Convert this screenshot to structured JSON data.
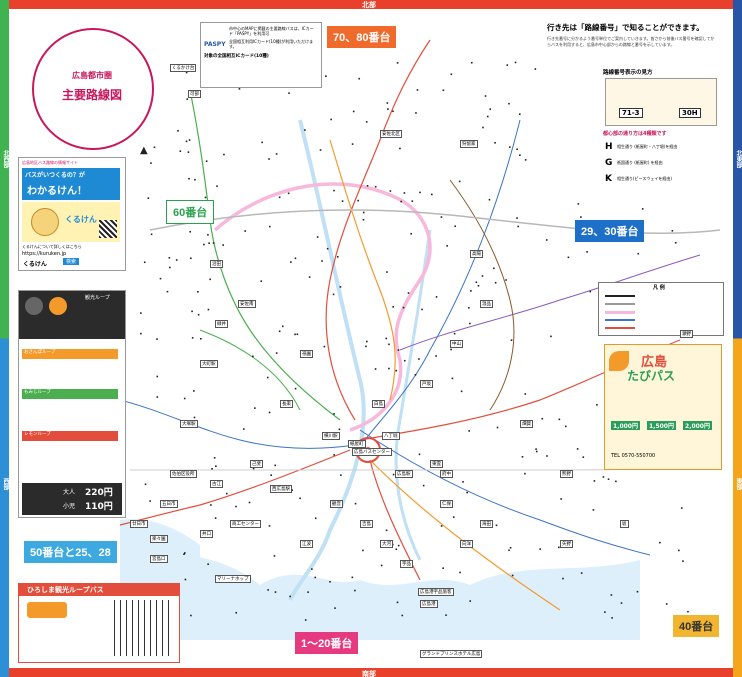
{
  "edges": {
    "top": {
      "label": "北部",
      "color": "#E8402A"
    },
    "bottom": {
      "label": "南部",
      "color": "#E8402A"
    },
    "left": {
      "label": "西部",
      "color": "#2D8FD5"
    },
    "right": {
      "label": "東部",
      "color": "#F4A51C"
    },
    "corner_left_top": {
      "label": "北西部",
      "color": "#3FB34F"
    },
    "corner_right_top": {
      "label": "北東部",
      "color": "#2855A5"
    }
  },
  "title": {
    "line1": "広島都市圏",
    "line2": "主要路線図",
    "color": "#C8175D"
  },
  "zones": {
    "z70_80": {
      "label": "70、80番台",
      "color": "#F06A2C"
    },
    "z60": {
      "label": "60番台",
      "color": "#2AA14E"
    },
    "z29_30": {
      "label": "29、30番台",
      "color": "#1E6FC7"
    },
    "z50": {
      "label": "50番台と25、28",
      "color": "#3DA9E1"
    },
    "z1_20": {
      "label": "1〜20番台",
      "color": "#E63A80"
    },
    "z40": {
      "label": "40番台",
      "color": "#F2B530"
    }
  },
  "pasupy": {
    "logo": "PASPY",
    "text1": "市中心のMAPに掲載の主要路線バスは、ICカード「PASPY」を利用可",
    "text2": "全国相互利用ICカード(10種)が利用いただけます。",
    "text3": "対象の全国相互ICカード(10種)"
  },
  "info_right": {
    "heading": "行き先は「路線番号」で知ることができます。",
    "body": "行き先番号に分かるよう番号単位でご案内していきます。皆さから前後バス番号を確認してからバスを利用すると、広島市中心部からの路線と番号を示しています。",
    "route_view": "路線番号表示の見方",
    "num1": "71-3",
    "num2": "30H",
    "sub_heading": "都心部の通り方は4種類です",
    "h_label": "H",
    "h_text": "相生通り (紙屋町・八丁堀)を経由",
    "g_label": "G",
    "g_text": "祇園通り (紙屋町) を経由",
    "k_label": "K",
    "k_text": "相生通り(ピースウェイを経由)"
  },
  "kuruken": {
    "top": "広島地区バス路線の情報サイト",
    "line1": "バスがいつくるの？が",
    "line2": "わかるけん！",
    "mascot": "くるけん",
    "site_label": "くるけんについて詳しくはこちら",
    "url": "https://kuruken.jp",
    "name": "くるけん",
    "search": "検索"
  },
  "loop": {
    "header": "観光ループ",
    "route_orange": "おさんぽループ",
    "route_green": "もみじループ",
    "route_red": "レモンループ",
    "fare_adult_label": "大人",
    "fare_adult": "220円",
    "fare_child_label": "小児",
    "fare_child": "110円"
  },
  "tabi": {
    "title1": "広島",
    "title2": "たびパス",
    "p1": "1,000円",
    "p2": "1,500円",
    "p3": "2,000円",
    "tel": "TEL 0570-550700"
  },
  "kanko": {
    "title": "ひろしま観光ループバス"
  },
  "legend": {
    "title": "凡 例"
  },
  "places": [
    "くるかけ台",
    "広島駅",
    "紙屋町",
    "八丁堀",
    "白島",
    "横川駅",
    "西広島駅",
    "宇品",
    "広島港",
    "大町駅",
    "可部",
    "高陽",
    "安佐南",
    "五日市",
    "廿日市",
    "海田",
    "府中",
    "矢野",
    "仁保",
    "マリーナホップ",
    "己斐",
    "古江",
    "宮島口",
    "広島バスセンター",
    "緑井",
    "大塚駅",
    "祇園",
    "戸坂",
    "中山",
    "温品",
    "畑賀",
    "熊野",
    "坂",
    "観音",
    "江波",
    "吉島",
    "大河",
    "東雲",
    "向洋",
    "瀬野",
    "グランドプリンスホテル広島",
    "広島港宇品旅客",
    "商工センター",
    "井口",
    "楽々園",
    "佐伯区役所",
    "長束",
    "沼田",
    "安佐北区",
    "狩留家"
  ]
}
